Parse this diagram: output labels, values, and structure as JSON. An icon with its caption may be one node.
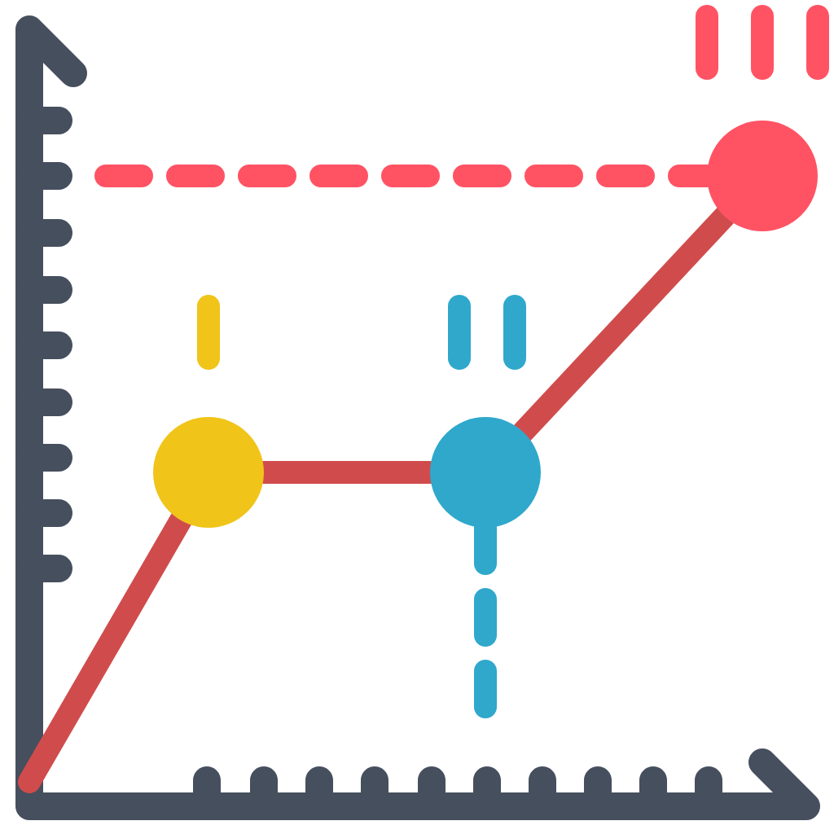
{
  "diagram": {
    "nodes": [
      {
        "text": [],
        "shape": "circle"
      },
      {
        "text": [],
        "shape": "circle"
      },
      {
        "text": [],
        "shape": "circle"
      }
    ],
    "edges": [
      {
        "from": null,
        "to": 0,
        "arrow": "none"
      },
      {
        "from": 0,
        "to": 1,
        "arrow": "none"
      },
      {
        "from": 1,
        "to": 2,
        "arrow": "none"
      },
      {
        "from": null,
        "to": 2,
        "arrow": "none",
        "style": "dashed",
        "color": "#ff5364"
      },
      {
        "from": 1,
        "to": null,
        "arrow": "none",
        "style": "dashed",
        "color": "#2fa8cc"
      }
    ]
  }
}
